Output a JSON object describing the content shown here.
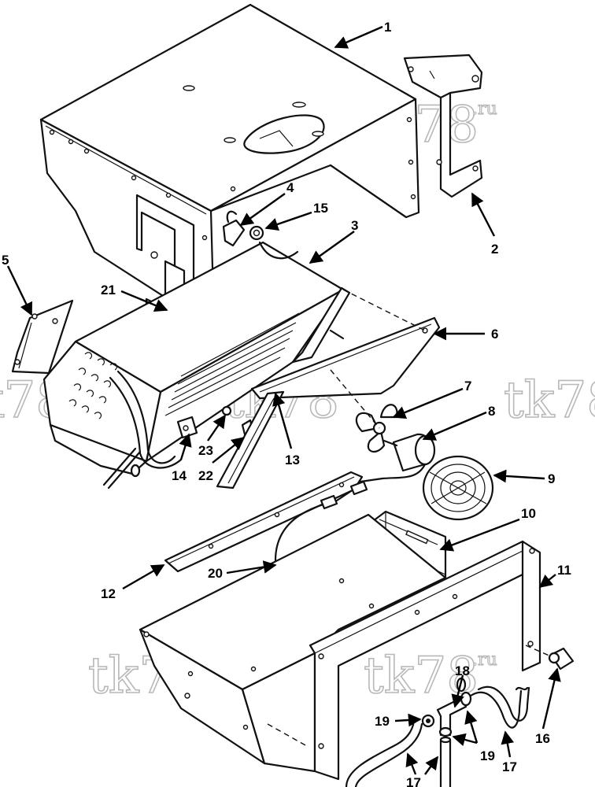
{
  "watermark": {
    "text": "tk78",
    "suffix": ".ru"
  },
  "callouts": {
    "c1": "1",
    "c2": "2",
    "c3": "3",
    "c4": "4",
    "c5": "5",
    "c6": "6",
    "c7": "7",
    "c8": "8",
    "c9": "9",
    "c10": "10",
    "c11": "11",
    "c12": "12",
    "c13": "13",
    "c14": "14",
    "c15": "15",
    "c16": "16",
    "c17a": "17",
    "c17b": "17",
    "c18": "18",
    "c19a": "19",
    "c19b": "19",
    "c20": "20",
    "c21": "21",
    "c22": "22",
    "c23": "23"
  }
}
